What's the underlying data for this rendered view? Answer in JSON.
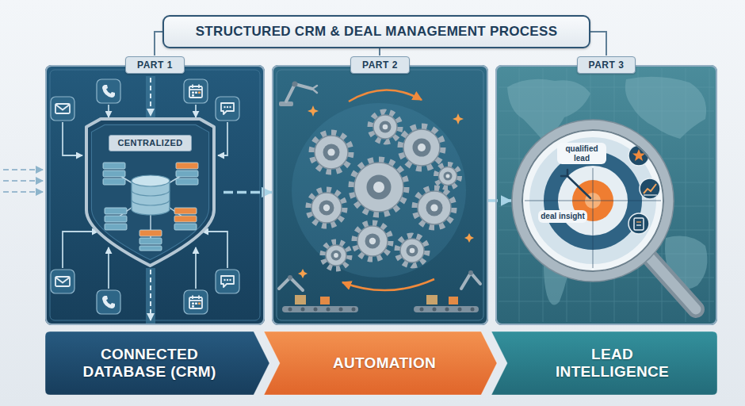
{
  "diagram": {
    "title": "STRUCTURED CRM & DEAL MANAGEMENT PROCESS",
    "nodes": [
      {
        "text": [
          "PART 1"
        ]
      },
      {
        "text": [
          "CENTRALIZED"
        ],
        "in": 0
      },
      {
        "text": [
          "PART 2"
        ]
      },
      {
        "text": [
          "PART 3"
        ]
      },
      {
        "text": [
          "qualified lead",
          "deal insight"
        ],
        "in": 3
      },
      {
        "text": [
          "CONNECTED DATABASE (CRM)"
        ]
      },
      {
        "text": [
          "AUTOMATION"
        ]
      },
      {
        "text": [
          "LEAD INTELLIGENCE"
        ]
      }
    ],
    "edges": [
      {
        "from": 1,
        "to": 2,
        "arrow": "to"
      },
      {
        "from": 2,
        "to": 4,
        "arrow": "to"
      }
    ]
  }
}
